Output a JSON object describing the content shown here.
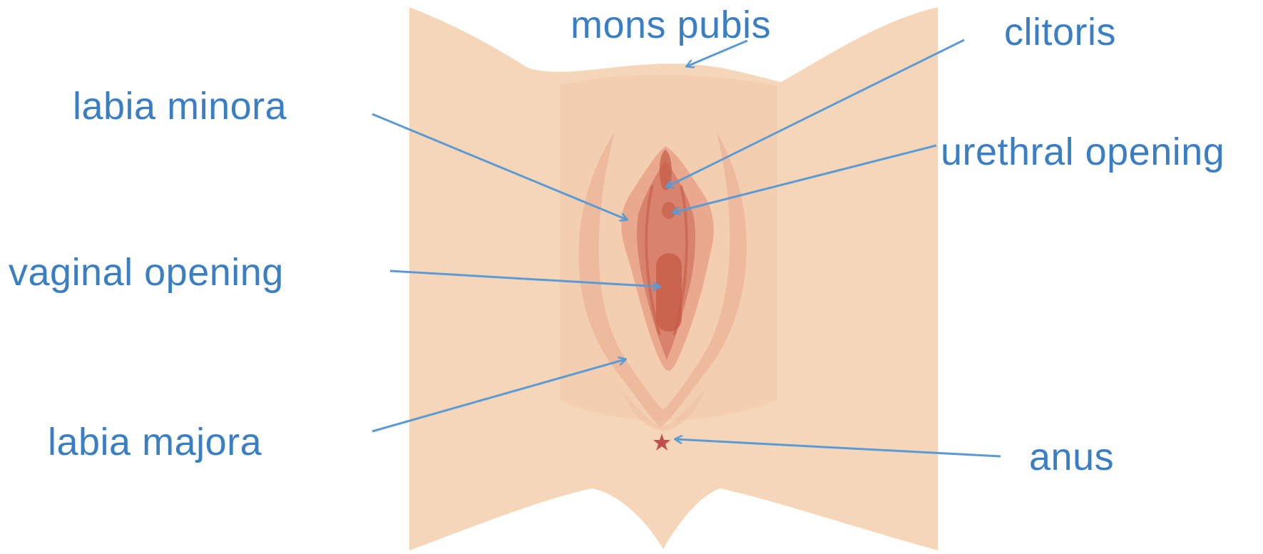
{
  "diagram": {
    "labels": {
      "mons_pubis": "mons pubis",
      "clitoris": "clitoris",
      "labia_minora": "labia minora",
      "urethral_opening": "urethral opening",
      "vaginal_opening": "vaginal opening",
      "labia_majora": "labia majora",
      "anus": "anus"
    },
    "colors": {
      "label_text": "#3a7ec4",
      "leader_line": "#5b9bd5",
      "skin": "#f6d6b8",
      "skin_shadow": "#efc1a2",
      "outer_fold": "#eaa98e",
      "inner_tissue": "#d9826d",
      "inner_dark": "#c45a45",
      "anus_mark": "#c0504d"
    }
  }
}
